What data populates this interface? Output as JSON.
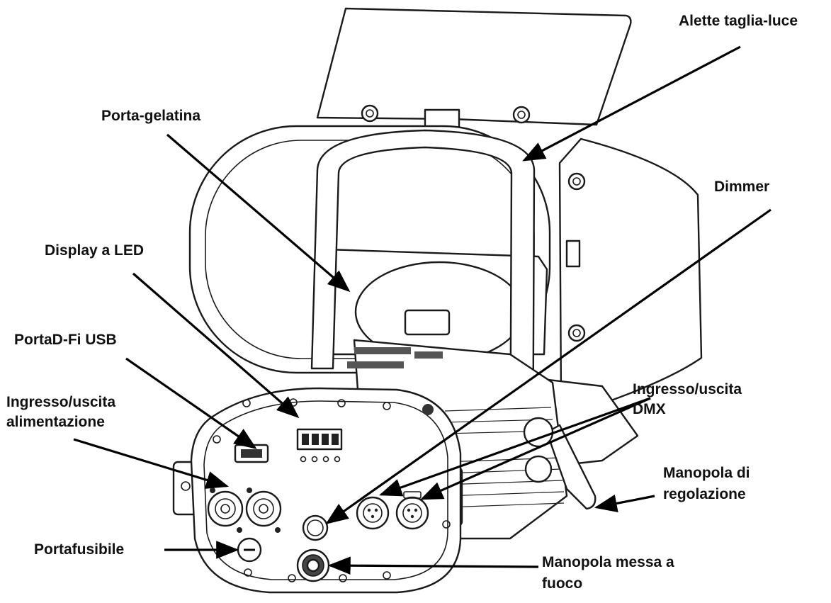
{
  "labels": {
    "barndoors": "Alette taglia-luce",
    "gel_frame": "Porta-gelatina",
    "dimmer": "Dimmer",
    "led_display": "Display a LED",
    "usb_port": "PortaD-Fi USB",
    "power_line1": "Ingresso/uscita",
    "power_line2": "alimentazione",
    "dmx_line1": "Ingresso/uscita",
    "dmx_line2": "DMX",
    "adjust_line1": "Manopola di",
    "adjust_line2": "regolazione",
    "fuse": "Portafusibile",
    "focus_line1": "Manopola messa a",
    "focus_line2": "fuoco"
  }
}
